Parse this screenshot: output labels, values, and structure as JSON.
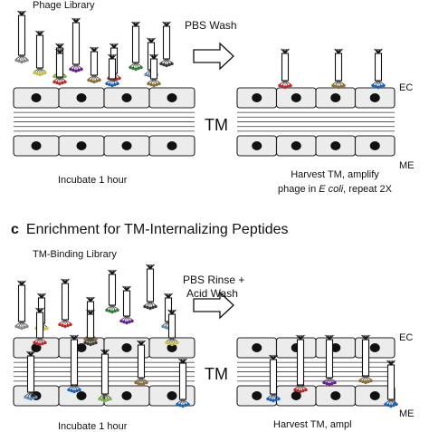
{
  "panel_b": {
    "phage_library": "Phage Library",
    "wash": "PBS Wash",
    "ec": "EC",
    "tm": "TM",
    "me": "ME",
    "incubate": "Incubate 1 hour",
    "harvest_line1": "Harvest TM, amplify",
    "harvest_line2_pre": "phage in ",
    "harvest_line2_italic": "E coli",
    "harvest_line2_post": ", repeat 2X"
  },
  "panel_c": {
    "letter": "c",
    "title": "Enrichment for TM-Internalizing Peptides",
    "library": "TM-Binding Library",
    "wash_line1": "PBS Rinse +",
    "wash_line2": "Acid Wash",
    "ec": "EC",
    "tm": "TM",
    "me": "ME",
    "incubate": "Incubate 1 hour",
    "harvest": "Harvest TM, ampl"
  },
  "colors": {
    "peptide": [
      "#3a3a3a",
      "#8a8a8a",
      "#c9c23a",
      "#2e7d32",
      "#8d6e2f",
      "#c62828",
      "#5c8db8",
      "#1565c0",
      "#7cb342",
      "#6a1b9a"
    ],
    "cell_fill": "#ececec",
    "nucleus": "#111111",
    "membrane_line": "#555555"
  }
}
